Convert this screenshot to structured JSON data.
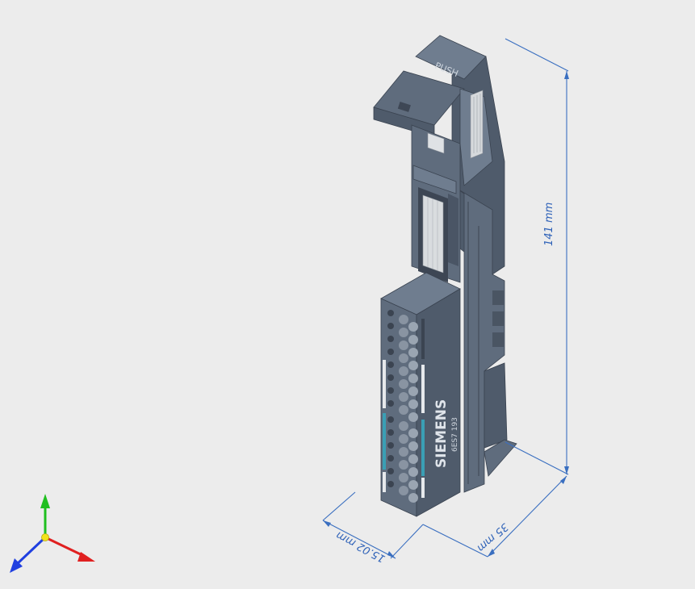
{
  "model": {
    "brand": "SIEMENS",
    "top_tab_label": "PUSH",
    "part_number_label": "6ES7 193"
  },
  "dimensions": {
    "height_label": "141 mm",
    "depth_label": "35 mm",
    "width_label": "15.02 mm"
  },
  "colors": {
    "background": "#ececec",
    "body": "#5f6c7d",
    "dimension_lines": "#3a6fc0",
    "axis_x": "#e02020",
    "axis_y": "#1fbf1f",
    "axis_z": "#1f3fe0",
    "terminal_accent": "#3a9fb5"
  },
  "icons": {
    "axis_triad": "xyz-axis-triad-icon"
  }
}
